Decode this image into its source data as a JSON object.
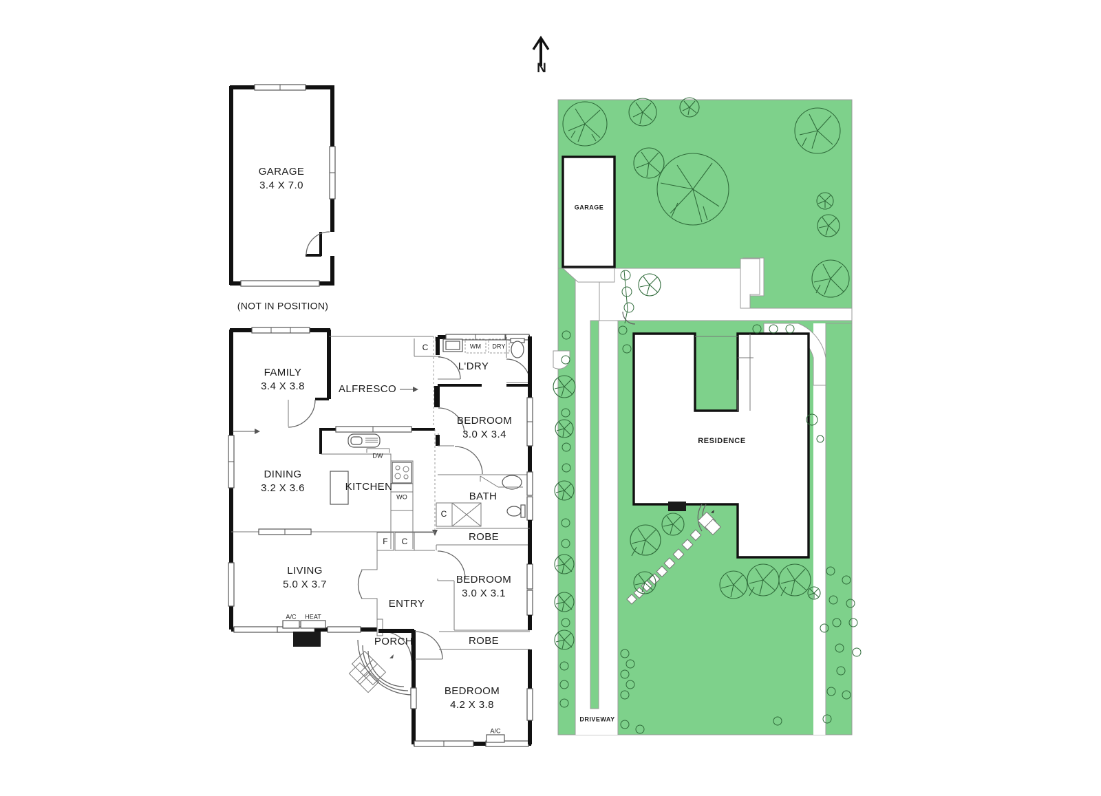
{
  "document": {
    "type": "real-estate-floorplan",
    "north_indicator": "N"
  },
  "detached_garage": {
    "name": "GARAGE",
    "dimensions": "3.4 X 7.0",
    "note": "(NOT IN POSITION)"
  },
  "floorplan": {
    "rooms": [
      {
        "id": "family",
        "name": "FAMILY",
        "dimensions": "3.4 X 3.8"
      },
      {
        "id": "dining",
        "name": "DINING",
        "dimensions": "3.2 X 3.6"
      },
      {
        "id": "living",
        "name": "LIVING",
        "dimensions": "5.0 X 3.7"
      },
      {
        "id": "bedroom1",
        "name": "BEDROOM",
        "dimensions": "3.0 X 3.4"
      },
      {
        "id": "bedroom2",
        "name": "BEDROOM",
        "dimensions": "3.0 X 3.1"
      },
      {
        "id": "bedroom3",
        "name": "BEDROOM",
        "dimensions": "4.2 X 3.8"
      }
    ],
    "spaces": [
      {
        "id": "alfresco",
        "name": "ALFRESCO"
      },
      {
        "id": "kitchen",
        "name": "KITCHEN"
      },
      {
        "id": "laundry",
        "name": "L'DRY"
      },
      {
        "id": "bath",
        "name": "BATH"
      },
      {
        "id": "entry",
        "name": "ENTRY"
      },
      {
        "id": "porch",
        "name": "PORCH"
      },
      {
        "id": "robe_top",
        "name": "ROBE"
      },
      {
        "id": "robe_bot",
        "name": "ROBE"
      }
    ],
    "annotations": [
      {
        "id": "cupboard_ldry",
        "label": "C"
      },
      {
        "id": "cupboard_bath",
        "label": "C"
      },
      {
        "id": "cupboard_hall",
        "label": "C"
      },
      {
        "id": "fridge",
        "label": "F"
      },
      {
        "id": "washing_machine",
        "label": "WM"
      },
      {
        "id": "dryer",
        "label": "DRY"
      },
      {
        "id": "dishwasher",
        "label": "DW"
      },
      {
        "id": "wall_oven",
        "label": "WO"
      },
      {
        "id": "air_con_living",
        "label": "A/C"
      },
      {
        "id": "heater_living",
        "label": "HEAT"
      },
      {
        "id": "air_con_bed3",
        "label": "A/C"
      }
    ]
  },
  "siteplan": {
    "garage_label": "GARAGE",
    "residence_label": "RESIDENCE",
    "driveway_label": "DRIVEWAY"
  },
  "colors": {
    "grass": "#7ed18b",
    "wall": "#111111",
    "tree_outline": "#2f6b3a",
    "paper": "#ffffff"
  }
}
